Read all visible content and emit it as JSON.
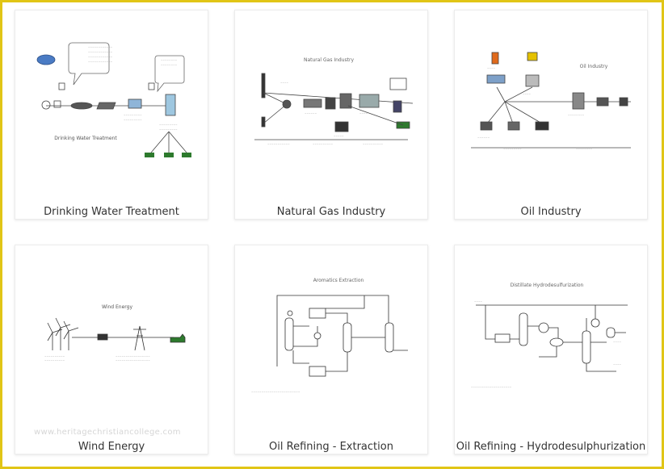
{
  "cards": [
    {
      "title": "Drinking Water Treatment",
      "diagram_caption": "Drinking Water Treatment"
    },
    {
      "title": "Natural Gas Industry",
      "diagram_caption": "Natural Gas Industry"
    },
    {
      "title": "Oil Industry",
      "diagram_caption": "Oil Industry"
    },
    {
      "title": "Wind Energy",
      "diagram_caption": "Wind Energy"
    },
    {
      "title": "Oil Refining - Extraction",
      "diagram_caption": "Aromatics Extraction"
    },
    {
      "title": "Oil Refining - Hydrodesulphurization",
      "diagram_caption": "Distillate Hydrodesulfurization"
    }
  ],
  "watermark": "www.heritagechristiancollege.com",
  "colors": {
    "frame": "#e1c516",
    "card_border": "#ececec",
    "title_text": "#333333"
  }
}
